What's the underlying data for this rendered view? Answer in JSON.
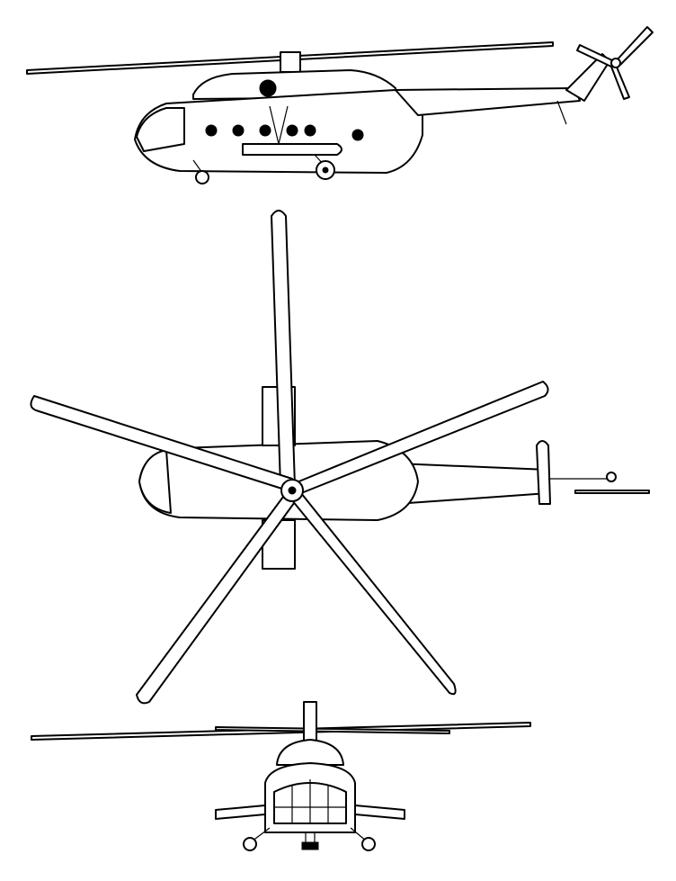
{
  "drawing": {
    "views": [
      "side",
      "top",
      "front"
    ],
    "line_color": "#000000",
    "background_color": "#ffffff"
  }
}
